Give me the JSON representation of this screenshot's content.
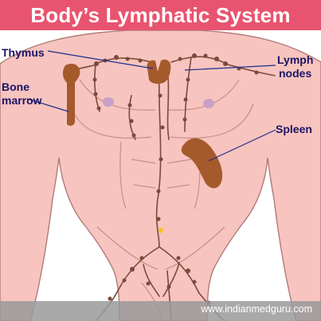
{
  "title": "Body’s Lymphatic System",
  "labels": {
    "thymus": "Thymus",
    "bone_marrow_line1": "Bone",
    "bone_marrow_line2": "marrow",
    "lymph_nodes_line1": "Lymph",
    "lymph_nodes_line2": "nodes",
    "spleen": "Spleen"
  },
  "website": "www.indianmedguru.com",
  "colors": {
    "title_bar": "#e8546f",
    "title_text": "#ffffff",
    "skin": "#f7c4bf",
    "body_outline": "#b07b78",
    "organ": "#a55a2c",
    "vessel": "#7a4a3a",
    "label_text": "#1b1464",
    "leader_line": "#1c2d8a",
    "nipple": "#c9a0c8",
    "gland_yellow": "#f4c430"
  }
}
